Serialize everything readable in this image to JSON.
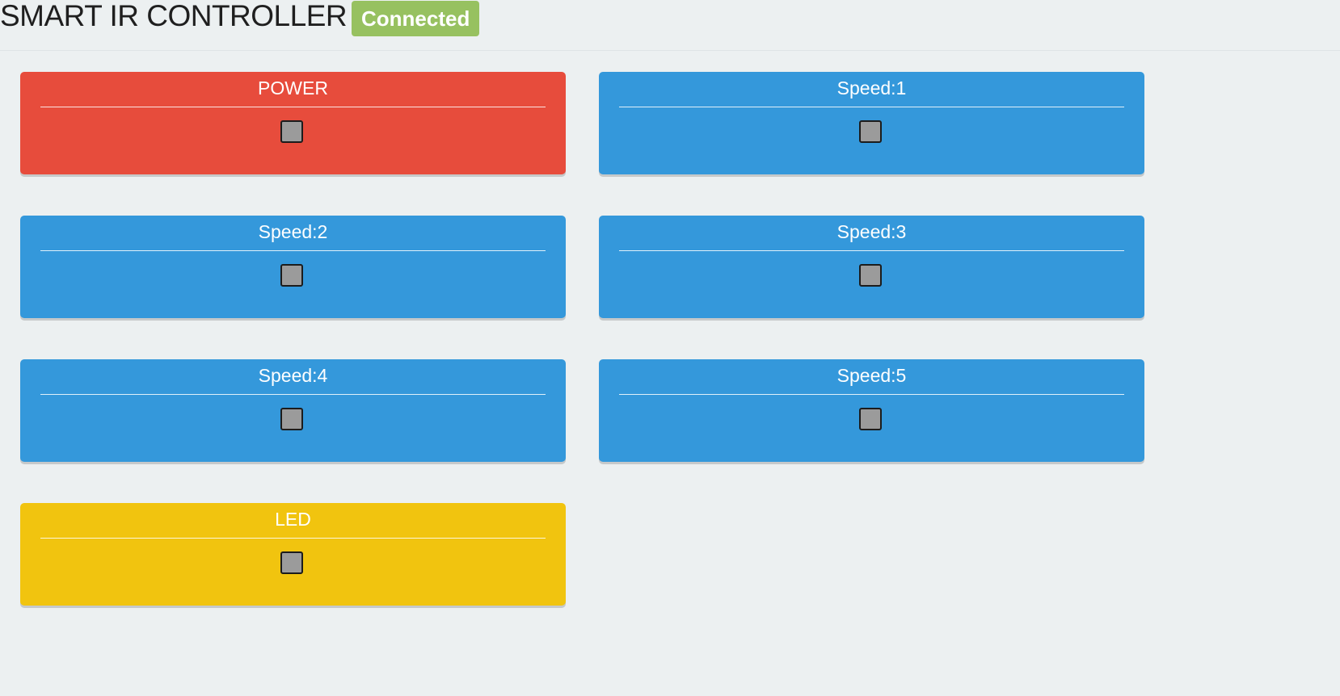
{
  "header": {
    "title": "SMART IR CONTROLLER",
    "status": "Connected",
    "status_color": "#97c160"
  },
  "colors": {
    "background": "#ecf0f1",
    "power": "#e74c3c",
    "speed": "#3498db",
    "led": "#f1c40f"
  },
  "buttons": [
    {
      "label": "POWER",
      "color": "#e74c3c",
      "checked": false
    },
    {
      "label": "Speed:1",
      "color": "#3498db",
      "checked": false
    },
    {
      "label": "Speed:2",
      "color": "#3498db",
      "checked": false
    },
    {
      "label": "Speed:3",
      "color": "#3498db",
      "checked": false
    },
    {
      "label": "Speed:4",
      "color": "#3498db",
      "checked": false
    },
    {
      "label": "Speed:5",
      "color": "#3498db",
      "checked": false
    },
    {
      "label": "LED",
      "color": "#f1c40f",
      "checked": false
    }
  ]
}
